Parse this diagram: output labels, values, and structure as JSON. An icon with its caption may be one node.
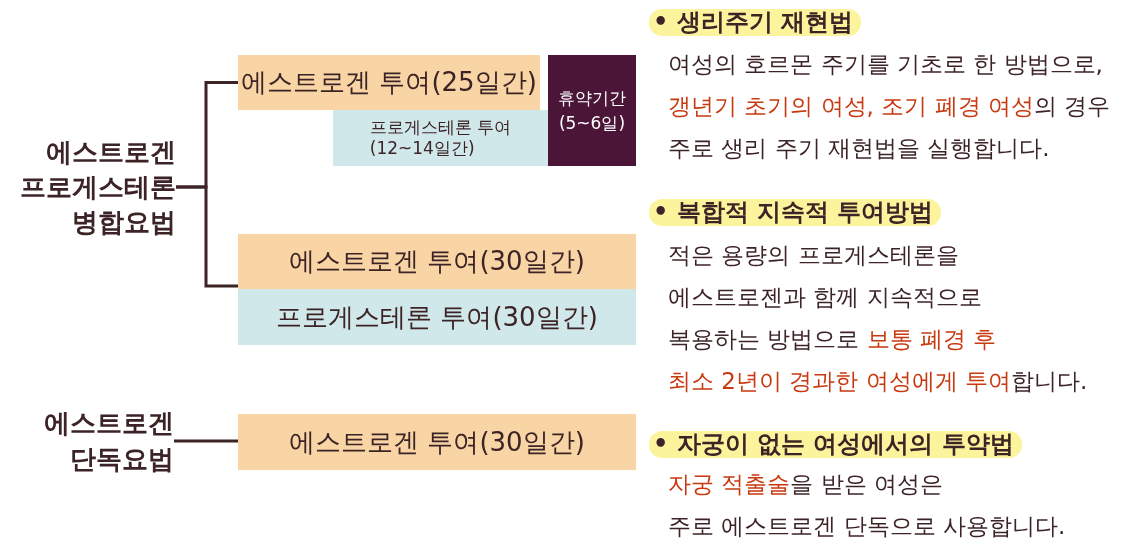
{
  "diagram": {
    "nodes": [
      {
        "text": [
          "에스트로겐 프로게스테론 병합요법"
        ]
      },
      {
        "text": [
          "에스트로겐 투여(25일간)"
        ]
      },
      {
        "text": [
          "프로게스테론 투여 (12~14일간)"
        ]
      },
      {
        "text": [
          "휴약기간 (5~6일)"
        ]
      },
      {
        "text": [
          "에스트로겐 투여(30일간)"
        ]
      },
      {
        "text": [
          "프로게스테론 투여(30일간)"
        ]
      },
      {
        "text": [
          "에스트로겐 단독요법"
        ]
      },
      {
        "text": [
          "에스트로겐 투여(30일간)"
        ]
      }
    ],
    "edges": [
      {
        "from": 0,
        "to": 1,
        "arrow": "none"
      },
      {
        "from": 0,
        "to": 4,
        "arrow": "none"
      },
      {
        "from": 6,
        "to": 7,
        "arrow": "none"
      }
    ],
    "labels": [
      "• 생리주기 재현법",
      "여성의 호르몬 주기를 기초로 한 방법으로, **갱년기 초기의 여성, 조기 폐경 여성**의 경우 주로 생리 주기 재현법을 실행합니다.",
      "• 복합적 지속적 투여방법",
      "적은 용량의 프로게스테론을 에스트로젠과 함께 지속적으로 복용하는 방법으로 **보통 폐경 후 최소 2년이 경과한 여성에게 투여**합니다.",
      "• 자궁이 없는 여성에서의 투약법",
      "**자궁 적출술**을 받은 여성은 주로 에스트로겐 단독으로 사용합니다."
    ]
  }
}
